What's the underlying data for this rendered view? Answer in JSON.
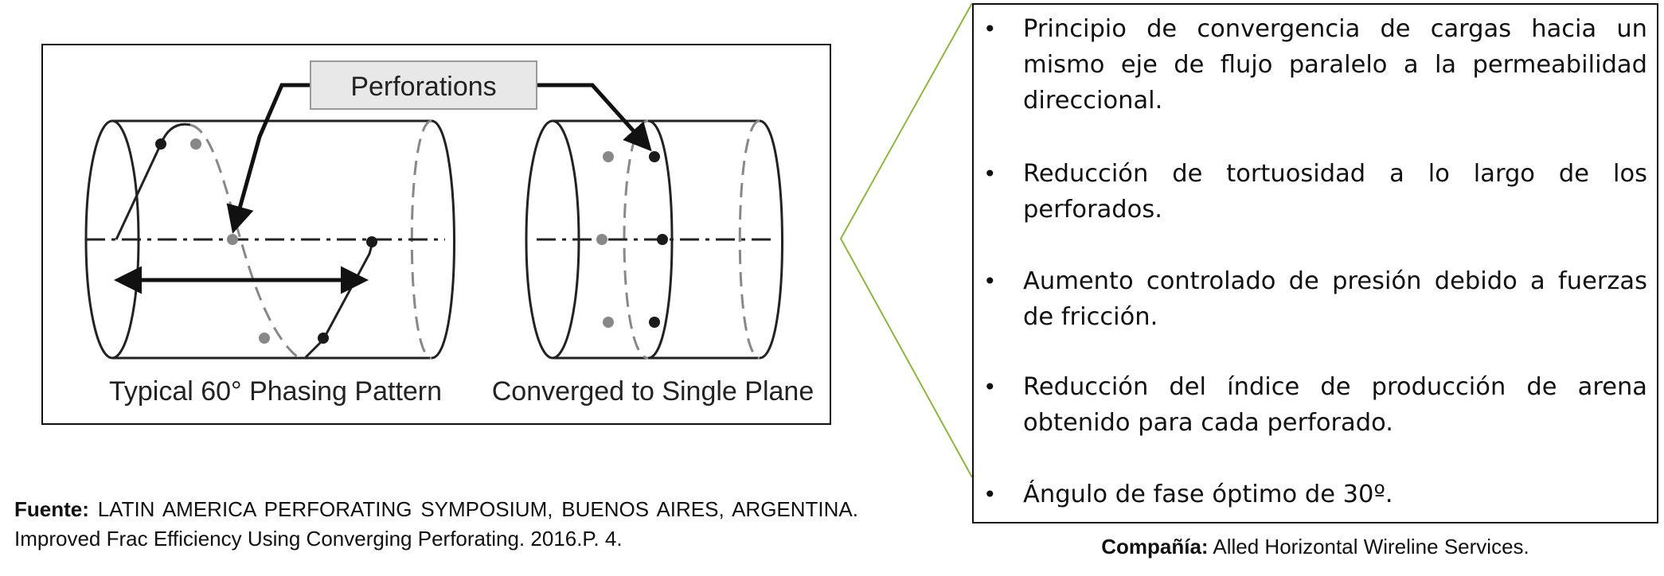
{
  "figure": {
    "callout_label": "Perforations",
    "left_caption": "Typical 60° Phasing Pattern",
    "right_caption": "Converged to Single Plane"
  },
  "source": {
    "label": "Fuente:",
    "text": " LATIN AMERICA PERFORATING SYMPOSIUM, BUENOS AIRES, ARGENTINA. Improved Frac Efficiency Using Converging Perforating. 2016.P. 4."
  },
  "bullets": [
    "Principio de convergencia de cargas hacia un mismo eje de flujo paralelo a la permeabilidad direccional.",
    "Reducción de tortuosidad a lo largo de los perforados.",
    "Aumento controlado de presión debido a fuerzas de fricción.",
    "Reducción del índice de producción de arena obtenido para cada perforado.",
    "Ángulo de fase óptimo de 30º."
  ],
  "company": {
    "label": "Compañía:",
    "text": " Alled Horizontal Wireline Services."
  },
  "colors": {
    "callout_line": "#8db543",
    "perforation_dot": "#1a1a1a",
    "hidden_dot": "#888888"
  }
}
